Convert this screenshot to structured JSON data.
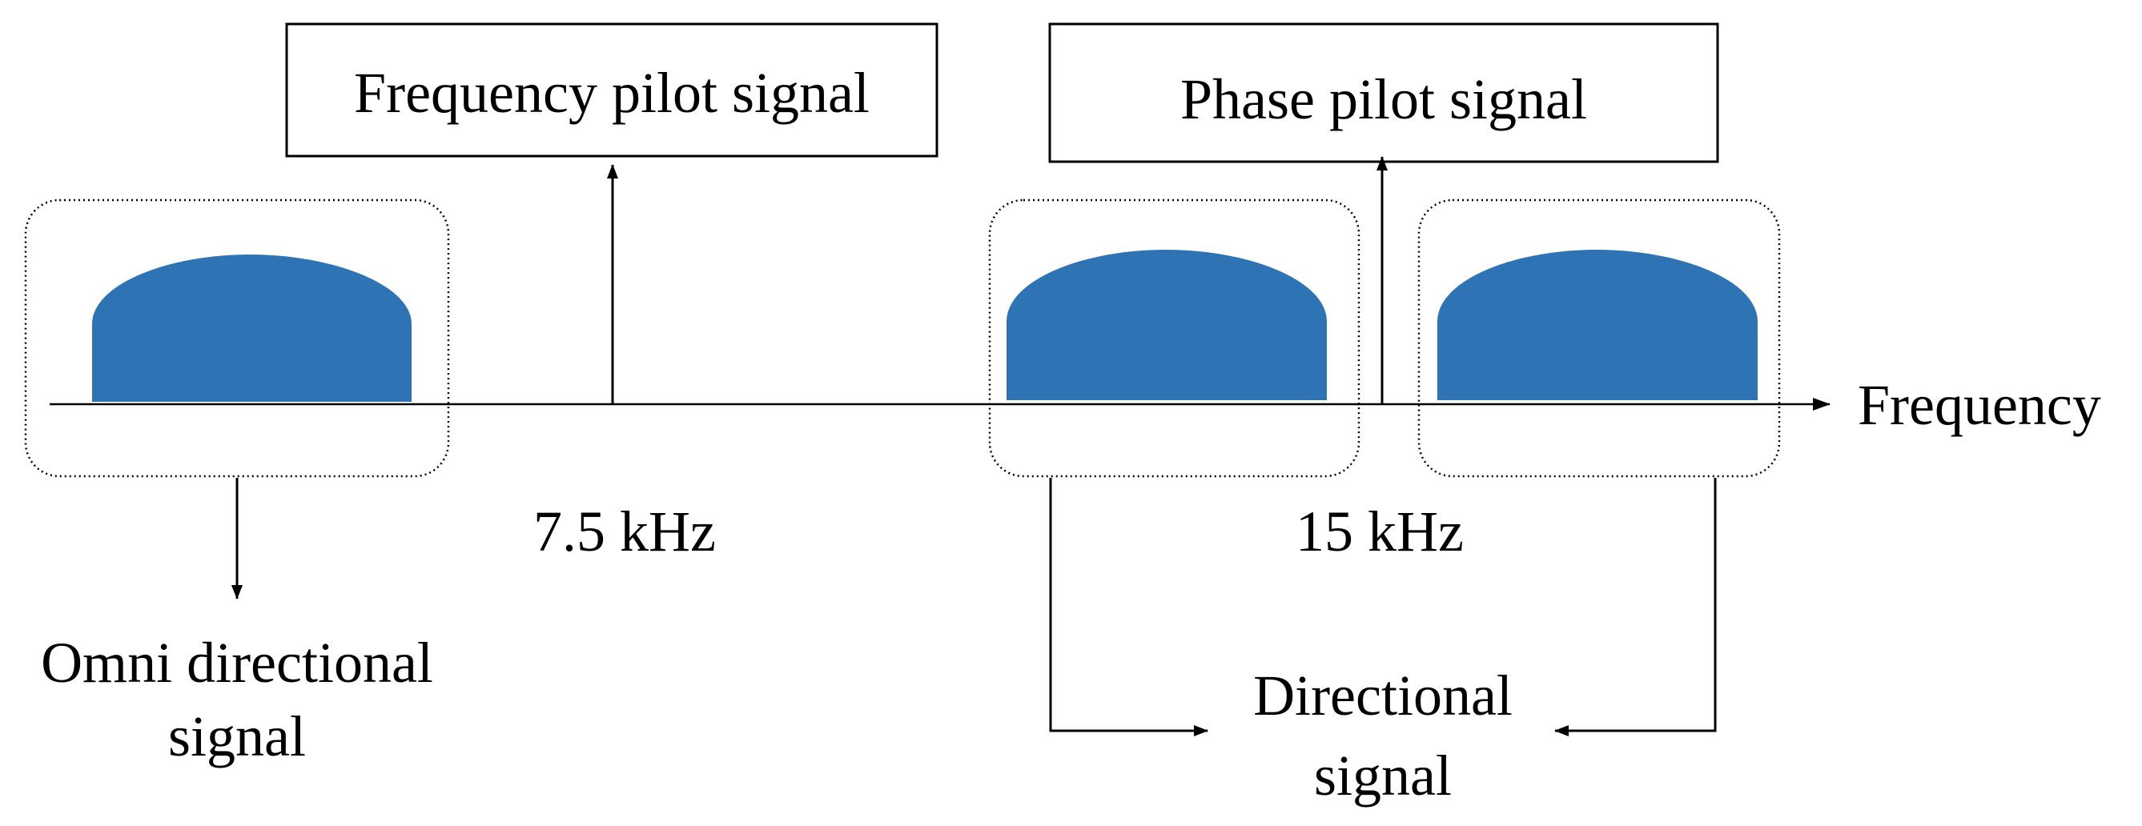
{
  "labels": {
    "frequency_pilot": "Frequency pilot signal",
    "phase_pilot": "Phase pilot signal",
    "frequency_axis": "Frequency",
    "spacing_left": "7.5 kHz",
    "spacing_right": "15 kHz",
    "omni_line1": "Omni directional",
    "omni_line2": "signal",
    "directional_line1": "Directional",
    "directional_line2": "signal"
  },
  "colors": {
    "signal_fill": "#2E74B5",
    "line": "#000000",
    "background": "#FFFFFF"
  }
}
